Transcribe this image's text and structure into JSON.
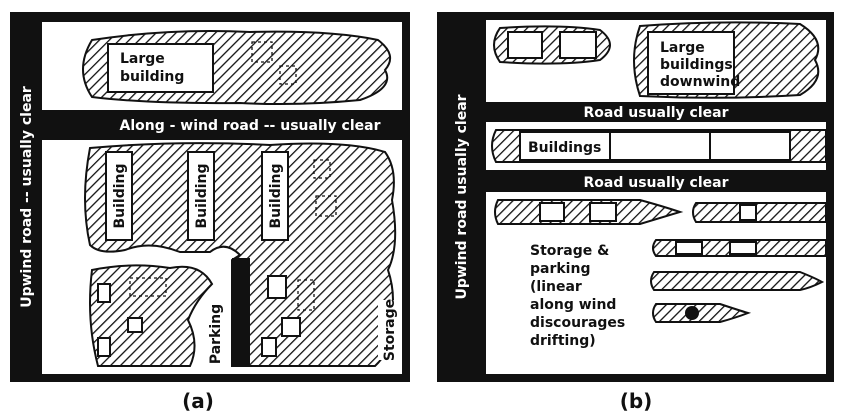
{
  "colors": {
    "ink": "#111111",
    "paper": "#ffffff"
  },
  "panel_a": {
    "caption": "(a)",
    "upwind_road": "Upwind road -- usually clear",
    "along_wind_road": "Along - wind road -- usually clear",
    "large_building_line1": "Large",
    "large_building_line2": "building",
    "building_1": "Building",
    "building_2": "Building",
    "building_3": "Building",
    "parking": "Parking",
    "storage": "Storage"
  },
  "panel_b": {
    "caption": "(b)",
    "upwind_road": "Upwind road usually clear",
    "road_1": "Road usually clear",
    "road_2": "Road usually clear",
    "large_buildings_line1": "Large",
    "large_buildings_line2": "buildings",
    "large_buildings_line3": "downwind",
    "buildings": "Buildings",
    "storage_lines": [
      "Storage &",
      "parking",
      "(linear",
      "along wind",
      "discourages",
      "drifting)"
    ]
  }
}
